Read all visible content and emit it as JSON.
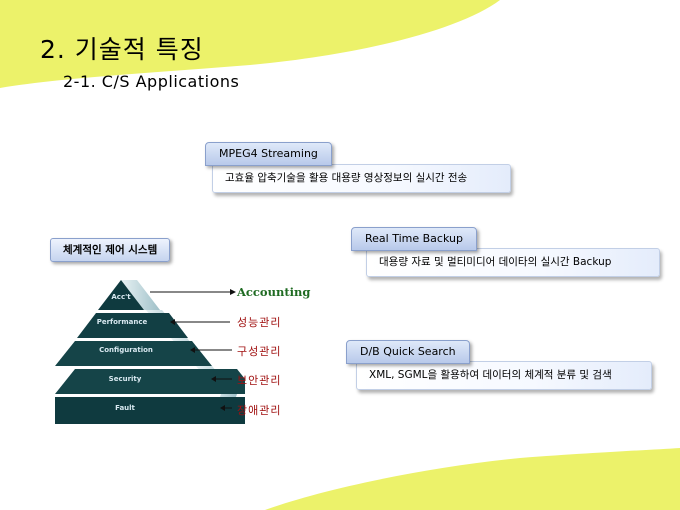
{
  "slide": {
    "title": "2. 기술적 특징",
    "subtitle": "2-1. C/S Applications"
  },
  "features": [
    {
      "heading": "MPEG4 Streaming",
      "description": "고효율 압축기술을 활용 대용량 영상정보의 실시간 전송"
    },
    {
      "heading": "Real Time Backup",
      "description": "대용량 자료 및 멀티미디어 데이타의 실시간 Backup"
    },
    {
      "heading": "D/B Quick Search",
      "description": "XML, SGML을 활용하여 데이터의 체계적 분류 및 검색"
    }
  ],
  "control_system": {
    "label": "체계적인 제어 시스템",
    "pyramid_levels": [
      "Acc't",
      "Performance",
      "Configuration",
      "Security",
      "Fault"
    ],
    "management_labels": [
      "Accounting",
      "성능관리",
      "구성관리",
      "보안관리",
      "장애관리"
    ]
  },
  "colors": {
    "accent_yellow": "#ecf26a",
    "pyramid_dark": "#0f3a3f",
    "pyramid_light": "#c9dfe4",
    "label_red": "#a01010",
    "label_green": "#1f6b22"
  }
}
